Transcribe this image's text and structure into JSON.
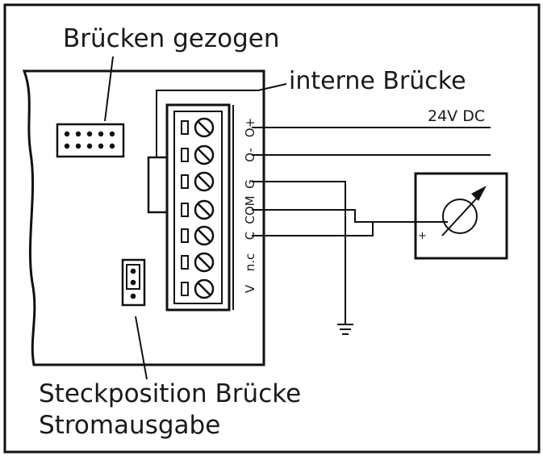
{
  "labels": {
    "jumpers_removed": "Brücken gezogen",
    "internal_jumper": "interne Brücke",
    "supply_voltage": "24V DC",
    "jumper_position_line1": "Steckposition Brücke",
    "jumper_position_line2": "Stromausgabe",
    "meter_polarity": "+"
  },
  "terminals": [
    "V",
    "n.c",
    "C",
    "COM",
    "G",
    "O-",
    "O+"
  ]
}
